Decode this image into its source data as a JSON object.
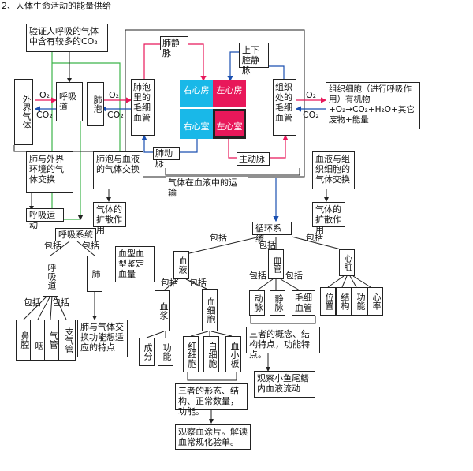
{
  "title": "2、人体生命活动的能量供给",
  "boxes": {
    "verify": "验证人呼吸的气体中含有较多的CO₂",
    "outside_air": "外界气体",
    "airway": "呼吸道",
    "lung": "肺泡",
    "capillary_lung": "肺泡里的毛细血管",
    "pulmonary_vein": "肺静脉",
    "vena_cava": "上下腔静脉",
    "capillary_tissue": "组织处的毛细血管",
    "tissue_cell": "组织细胞（进行呼吸作用）有机物+O₂→CO₂+H₂O+其它废物+能量",
    "pulmonary_artery": "肺动脉",
    "aorta": "主动脉",
    "exchange_outside": "肺与外界环境的气体交换",
    "exchange_blood": "肺泡与血液的气体交换",
    "transport": "气体在血液中的运输",
    "exchange_tissue": "血液与组织细胞的气体交换",
    "breathing_move": "呼吸运动",
    "diffusion1": "气体的扩散作用",
    "diffusion2": "气体的扩散作用",
    "circulation": "循环系统",
    "resp_system": "呼吸系统",
    "blood": "血液",
    "vessels": "血管",
    "heart_box": "心脏",
    "blood_type": "血型血型鉴定血量",
    "resp_tract": "呼吸道",
    "lung2": "肺",
    "nose": "鼻腔",
    "throat": "咽",
    "larynx": "气管",
    "bronchi": "支气管",
    "lung_adapt": "肺与气体交换功能想适应的特点",
    "plasma": "血浆",
    "blood_cells": "血细胞",
    "component": "成分",
    "function": "功能",
    "rbc": "红细胞",
    "wbc": "白细胞",
    "platelet": "血小板",
    "cells_note": "三者的形态、结构、正常数量，功能。",
    "smear": "观察血涂片。解读血常规化验单。",
    "artery": "动脉",
    "vein": "静脉",
    "capillary": "毛细血管",
    "vessels_note": "三者的概念、结构特点，功能特点。",
    "fish": "观察小鱼尾鳍内血液流动",
    "position": "位置",
    "structure": "结构",
    "function2": "功能",
    "heart_rate": "心率"
  },
  "heart": {
    "ra": "右心房",
    "la": "左心房",
    "rv": "右心室",
    "lv": "左心室",
    "right_color": "#19b8e8",
    "left_color": "#e8185a"
  },
  "labels": {
    "o2": "O₂",
    "co2": "CO₂",
    "include": "包括"
  },
  "colors": {
    "green": "#3cb54a",
    "red": "#e8185a",
    "blue": "#1a4fb0",
    "cyan": "#19b8e8"
  }
}
